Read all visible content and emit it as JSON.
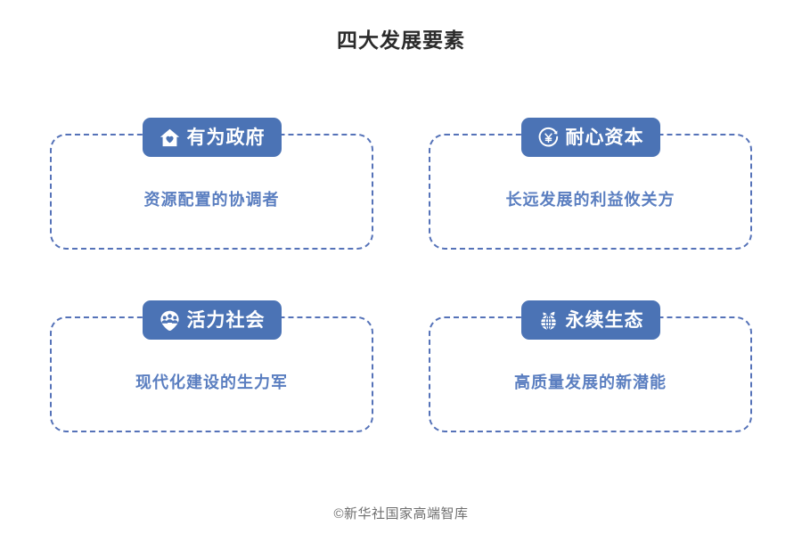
{
  "title": "四大发展要素",
  "footer": "©新华社国家高端智库",
  "colors": {
    "badge_bg": "#4b73b5",
    "card_border": "#5572b8",
    "desc_text": "#5a7ec0",
    "title_text": "#2b2b2b",
    "footer_text": "#6f6f6f",
    "page_bg": "#ffffff"
  },
  "cards": [
    {
      "badge_label": "有为政府",
      "icon": "house-heart-icon",
      "description": "资源配置的协调者"
    },
    {
      "badge_label": "耐心资本",
      "icon": "yuan-circle-icon",
      "description": "长远发展的利益攸关方"
    },
    {
      "badge_label": "活力社会",
      "icon": "people-group-icon",
      "description": "现代化建设的生力军"
    },
    {
      "badge_label": "永续生态",
      "icon": "globe-leaf-icon",
      "description": "高质量发展的新潜能"
    }
  ]
}
